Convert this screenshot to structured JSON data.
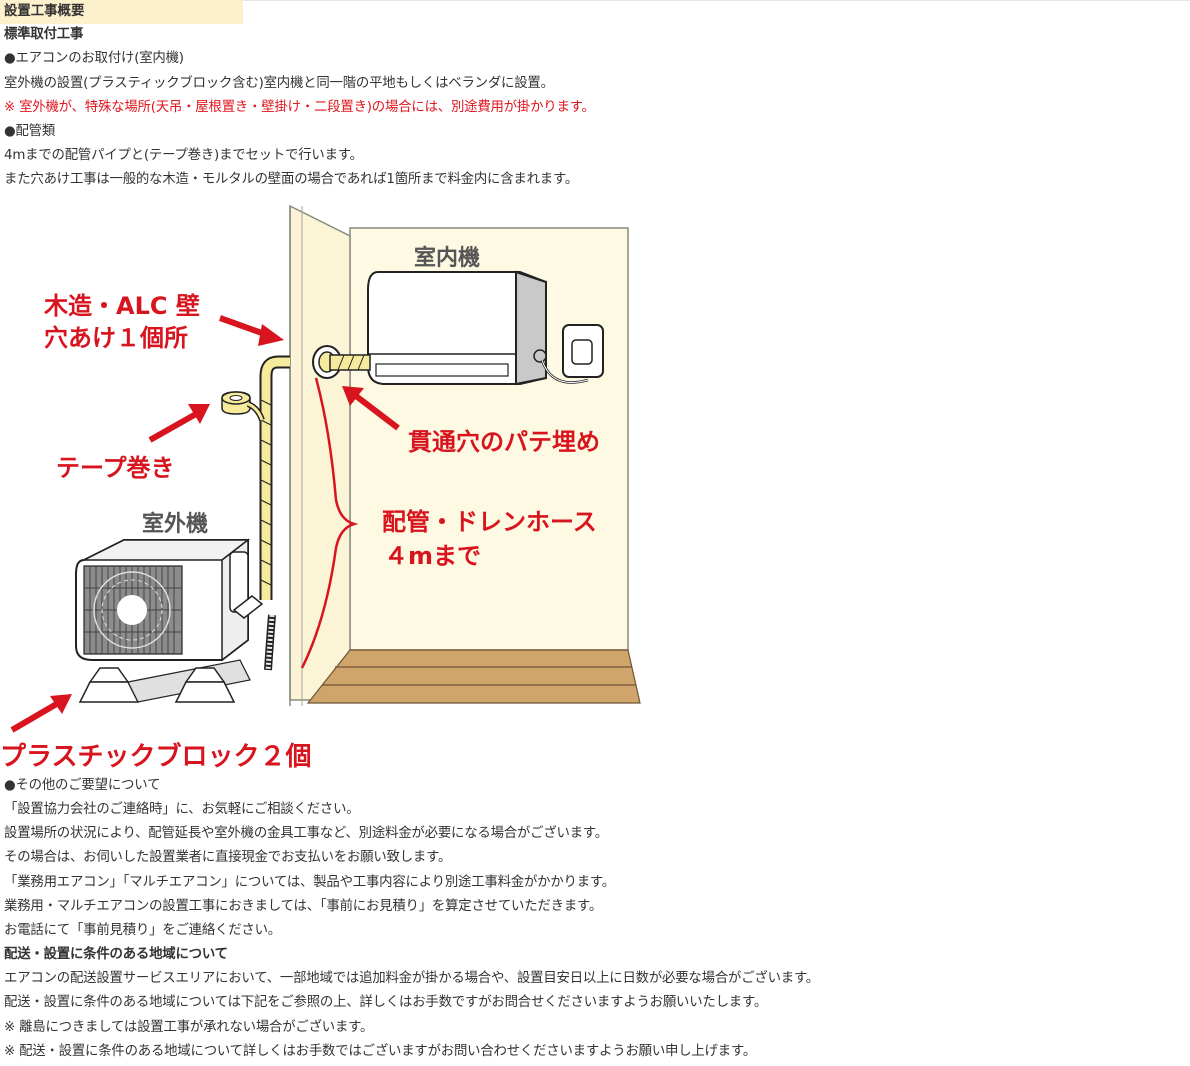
{
  "section_header": "設置工事概要",
  "standard_install": {
    "title": "標準取付工事",
    "lines": [
      "●エアコンのお取付け(室内機)",
      "室外機の設置(プラスティックブロック含む)室内機と同一階の平地もしくはベランダに設置。",
      "※ 室外機が、特殊な場所(天吊・屋根置き・壁掛け・二段置き)の場合には、別途費用が掛かります。",
      "●配管類",
      "4mまでの配管パイプと(テープ巻き)までセットで行います。",
      "また穴あけ工事は一般的な木造・モルタルの壁面の場合であれば1箇所まで料金内に含まれます。"
    ]
  },
  "diagram": {
    "label_indoor_unit": "室内機",
    "label_outdoor_unit": "室外機",
    "label_wall_hole_line1": "木造・ALC 壁",
    "label_wall_hole_line2": "穴あけ１個所",
    "label_tape": "テープ巻き",
    "label_putty": "貫通穴のパテ埋め",
    "label_piping_line1": "配管・ドレンホース",
    "label_piping_line2": "４mまで",
    "label_blocks": "プラスチックブロック２個",
    "colors": {
      "annotation_red": "#d8141f",
      "wall": "#fdf9e2",
      "floor": "#cfa56c",
      "tape": "#f6eb9c"
    }
  },
  "other_requests": {
    "lines": [
      "●その他のご要望について",
      "「設置協力会社のご連絡時」に、お気軽にご相談ください。",
      "設置場所の状況により、配管延長や室外機の金具工事など、別途料金が必要になる場合がございます。",
      "その場合は、お伺いした設置業者に直接現金でお支払いをお願い致します。",
      "「業務用エアコン」「マルチエアコン」については、製品や工事内容により別途工事料金がかかります。",
      "業務用・マルチエアコンの設置工事におきましては、「事前にお見積り」を算定させていただきます。",
      "お電話にて「事前見積り」をご連絡ください。"
    ]
  },
  "restricted_areas": {
    "title": "配送・設置に条件のある地域について",
    "lines": [
      "エアコンの配送設置サービスエリアにおいて、一部地域では追加料金が掛かる場合や、設置目安日以上に日数が必要な場合がございます。",
      "配送・設置に条件のある地域については下記をご参照の上、詳しくはお手数ですがお問合せくださいますようお願いいたします。",
      "※ 離島につきましては設置工事が承れない場合がございます。",
      "※ 配送・設置に条件のある地域について詳しくはお手数ではございますがお問い合わせくださいますようお願い申し上げます。"
    ]
  }
}
